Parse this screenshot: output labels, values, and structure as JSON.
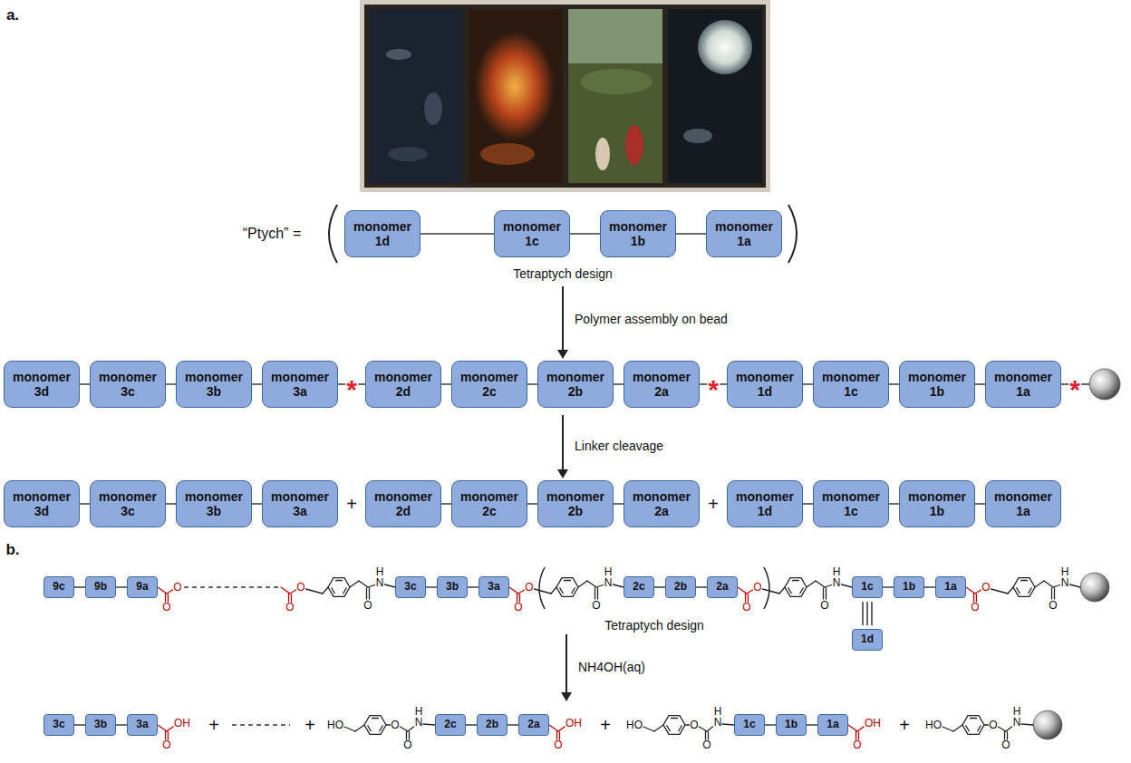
{
  "diagram": {
    "nodes": [
      {
        "text": [
          "monomer 1d"
        ]
      },
      {
        "text": [
          "monomer 1c"
        ]
      },
      {
        "text": [
          "monomer 1b"
        ]
      },
      {
        "text": [
          "monomer 1a"
        ]
      },
      {
        "text": [
          "monomer 3d"
        ]
      },
      {
        "text": [
          "monomer 3c"
        ]
      },
      {
        "text": [
          "monomer 3b"
        ]
      },
      {
        "text": [
          "monomer 3a"
        ]
      },
      {
        "text": [
          "monomer 2d"
        ]
      },
      {
        "text": [
          "monomer 2c"
        ]
      },
      {
        "text": [
          "monomer 2b"
        ]
      },
      {
        "text": [
          "monomer 2a"
        ]
      },
      {
        "text": [
          "monomer 1d"
        ]
      },
      {
        "text": [
          "monomer 1c"
        ]
      },
      {
        "text": [
          "monomer 1b"
        ]
      },
      {
        "text": [
          "monomer 1a"
        ]
      },
      {
        "text": [
          "monomer 3d"
        ]
      },
      {
        "text": [
          "monomer 3c"
        ]
      },
      {
        "text": [
          "monomer 3b"
        ]
      },
      {
        "text": [
          "monomer 3a"
        ]
      },
      {
        "text": [
          "monomer 2d"
        ]
      },
      {
        "text": [
          "monomer 2c"
        ]
      },
      {
        "text": [
          "monomer 2b"
        ]
      },
      {
        "text": [
          "monomer 2a"
        ]
      },
      {
        "text": [
          "monomer 1d"
        ]
      },
      {
        "text": [
          "monomer 1c"
        ]
      },
      {
        "text": [
          "monomer 1b"
        ]
      },
      {
        "text": [
          "monomer 1a"
        ]
      },
      {
        "text": [
          "9c"
        ]
      },
      {
        "text": [
          "9b"
        ]
      },
      {
        "text": [
          "9a"
        ]
      },
      {
        "text": [
          "3c"
        ]
      },
      {
        "text": [
          "3b"
        ]
      },
      {
        "text": [
          "3a"
        ]
      },
      {
        "text": [
          "2c"
        ]
      },
      {
        "text": [
          "2b"
        ]
      },
      {
        "text": [
          "2a"
        ]
      },
      {
        "text": [
          "1c"
        ]
      },
      {
        "text": [
          "1b"
        ]
      },
      {
        "text": [
          "1a"
        ]
      },
      {
        "text": [
          "1d"
        ]
      },
      {
        "text": [
          "3c"
        ]
      },
      {
        "text": [
          "3b"
        ]
      },
      {
        "text": [
          "3a"
        ]
      },
      {
        "text": [
          "2c"
        ]
      },
      {
        "text": [
          "2b"
        ]
      },
      {
        "text": [
          "2a"
        ]
      },
      {
        "text": [
          "1c"
        ]
      },
      {
        "text": [
          "1b"
        ]
      },
      {
        "text": [
          "1a"
        ]
      }
    ],
    "edges": [
      {
        "from": 0,
        "to": 1,
        "arrow": "none"
      },
      {
        "from": 1,
        "to": 2,
        "arrow": "none"
      },
      {
        "from": 2,
        "to": 3,
        "arrow": "none"
      },
      {
        "from": 4,
        "to": 5,
        "arrow": "none"
      },
      {
        "from": 5,
        "to": 6,
        "arrow": "none"
      },
      {
        "from": 6,
        "to": 7,
        "arrow": "none"
      },
      {
        "from": 7,
        "to": 8,
        "arrow": "none",
        "label": "*"
      },
      {
        "from": 8,
        "to": 9,
        "arrow": "none"
      },
      {
        "from": 9,
        "to": 10,
        "arrow": "none"
      },
      {
        "from": 10,
        "to": 11,
        "arrow": "none"
      },
      {
        "from": 11,
        "to": 12,
        "arrow": "none",
        "label": "*"
      },
      {
        "from": 12,
        "to": 13,
        "arrow": "none"
      },
      {
        "from": 13,
        "to": 14,
        "arrow": "none"
      },
      {
        "from": 14,
        "to": 15,
        "arrow": "none"
      },
      {
        "from": 16,
        "to": 17,
        "arrow": "none"
      },
      {
        "from": 17,
        "to": 18,
        "arrow": "none"
      },
      {
        "from": 18,
        "to": 19,
        "arrow": "none"
      },
      {
        "from": 20,
        "to": 21,
        "arrow": "none"
      },
      {
        "from": 21,
        "to": 22,
        "arrow": "none"
      },
      {
        "from": 22,
        "to": 23,
        "arrow": "none"
      },
      {
        "from": 24,
        "to": 25,
        "arrow": "none"
      },
      {
        "from": 25,
        "to": 26,
        "arrow": "none"
      },
      {
        "from": 26,
        "to": 27,
        "arrow": "none"
      },
      {
        "from": 28,
        "to": 29,
        "arrow": "none"
      },
      {
        "from": 29,
        "to": 30,
        "arrow": "none"
      },
      {
        "from": 31,
        "to": 32,
        "arrow": "none"
      },
      {
        "from": 32,
        "to": 33,
        "arrow": "none"
      },
      {
        "from": 34,
        "to": 35,
        "arrow": "none"
      },
      {
        "from": 35,
        "to": 36,
        "arrow": "none"
      },
      {
        "from": 37,
        "to": 38,
        "arrow": "none"
      },
      {
        "from": 38,
        "to": 39,
        "arrow": "none"
      },
      {
        "from": 41,
        "to": 42,
        "arrow": "none"
      },
      {
        "from": 42,
        "to": 43,
        "arrow": "none"
      },
      {
        "from": 44,
        "to": 45,
        "arrow": "none"
      },
      {
        "from": 45,
        "to": 46,
        "arrow": "none"
      },
      {
        "from": 47,
        "to": 48,
        "arrow": "none"
      },
      {
        "from": 48,
        "to": 49,
        "arrow": "none"
      }
    ],
    "labels": [
      "a.",
      "“Ptych” =",
      "Tetraptych design",
      "Polymer assembly on bead",
      "*",
      "Linker cleavage",
      "+",
      "+",
      "b.",
      "O",
      "O",
      "O",
      "O",
      "O",
      "N",
      "H",
      "O",
      "O",
      "O",
      "N",
      "H",
      "O",
      "O",
      "O",
      "N",
      "H",
      "O",
      "O",
      "O",
      "N",
      "H",
      "Tetraptych design",
      "NH4OH(aq)",
      "OH",
      "O",
      "+",
      "+",
      "HO",
      "O",
      "O",
      "N",
      "H",
      "OH",
      "O",
      "+",
      "HO",
      "O",
      "O",
      "N",
      "H",
      "OH",
      "O",
      "+",
      "HO",
      "O",
      "O",
      "N",
      "H"
    ]
  }
}
